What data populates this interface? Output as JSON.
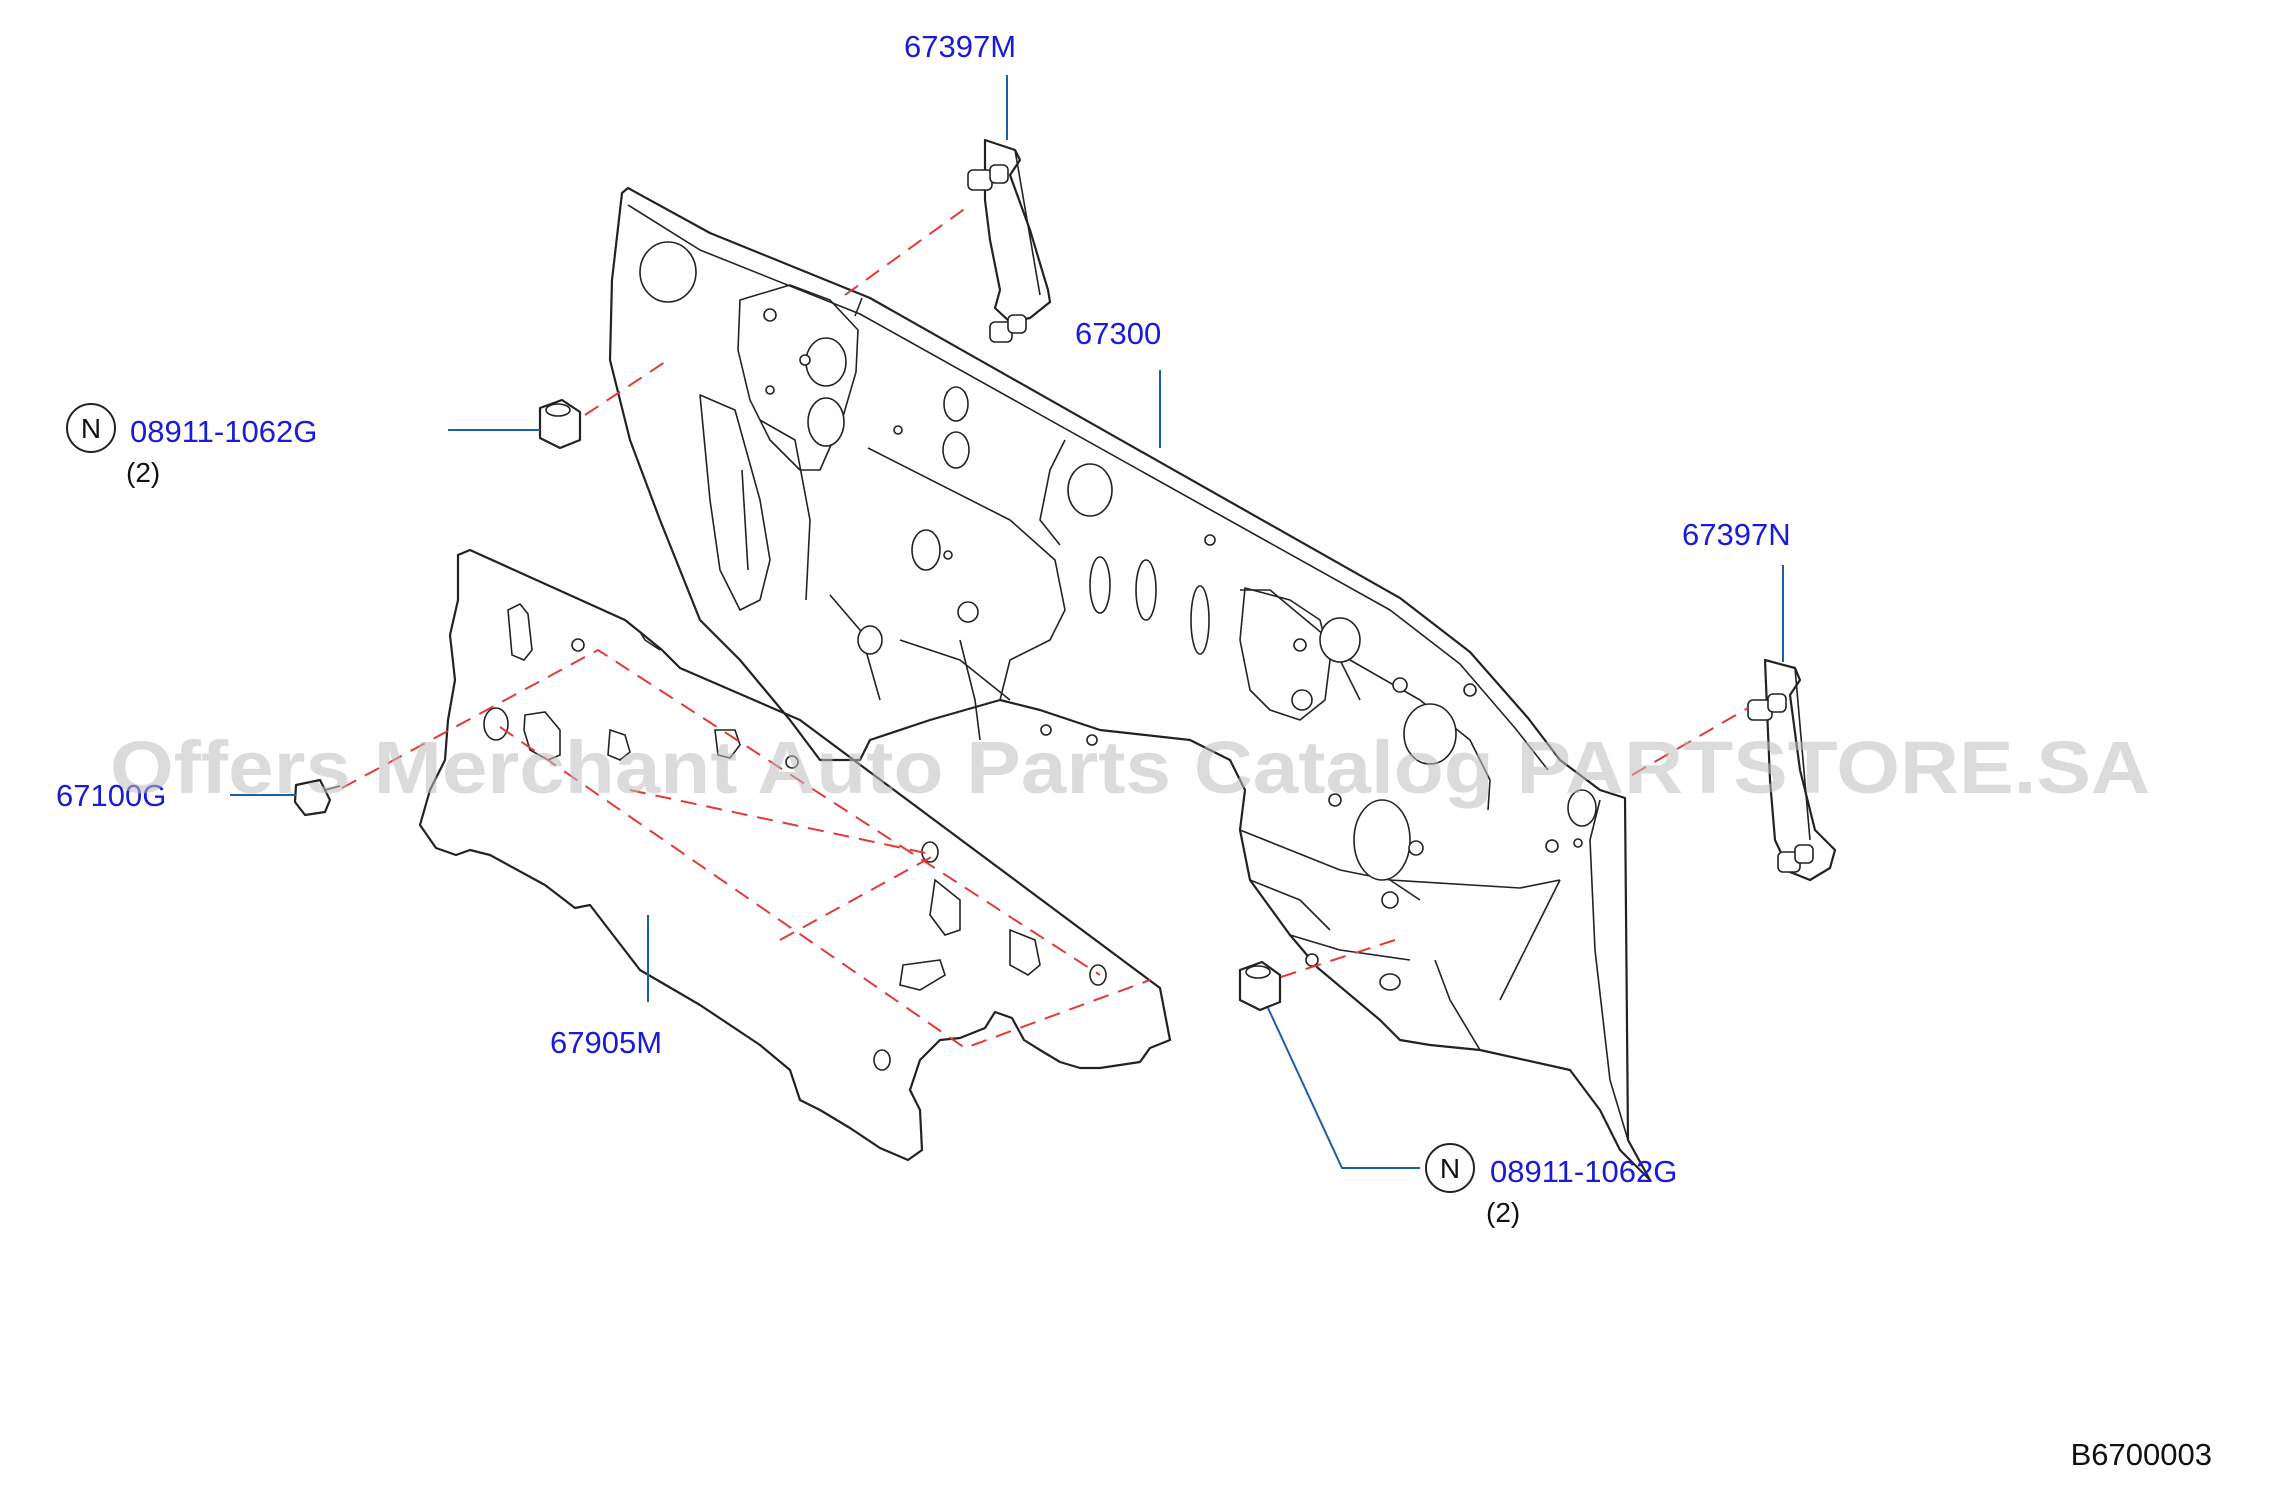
{
  "callouts": [
    {
      "part_number": "67397M",
      "qty": "",
      "symbol": ""
    },
    {
      "part_number": "67300",
      "qty": "",
      "symbol": ""
    },
    {
      "part_number": "08911-1062G",
      "qty": "(2)",
      "symbol": "N"
    },
    {
      "part_number": "67397N",
      "qty": "",
      "symbol": ""
    },
    {
      "part_number": "67100G",
      "qty": "",
      "symbol": ""
    },
    {
      "part_number": "67905M",
      "qty": "",
      "symbol": ""
    },
    {
      "part_number": "08911-1062G",
      "qty": "(2)",
      "symbol": "N"
    }
  ],
  "watermark": "Offers Merchant Auto Parts Catalog PARTSTORE.SA",
  "diagram_code": "B6700003",
  "colors": {
    "label": "#1a1adb",
    "leader": "#1a5fa8",
    "dash": "#e23a3a",
    "line": "#222222",
    "watermark": "#bdbdbd"
  }
}
